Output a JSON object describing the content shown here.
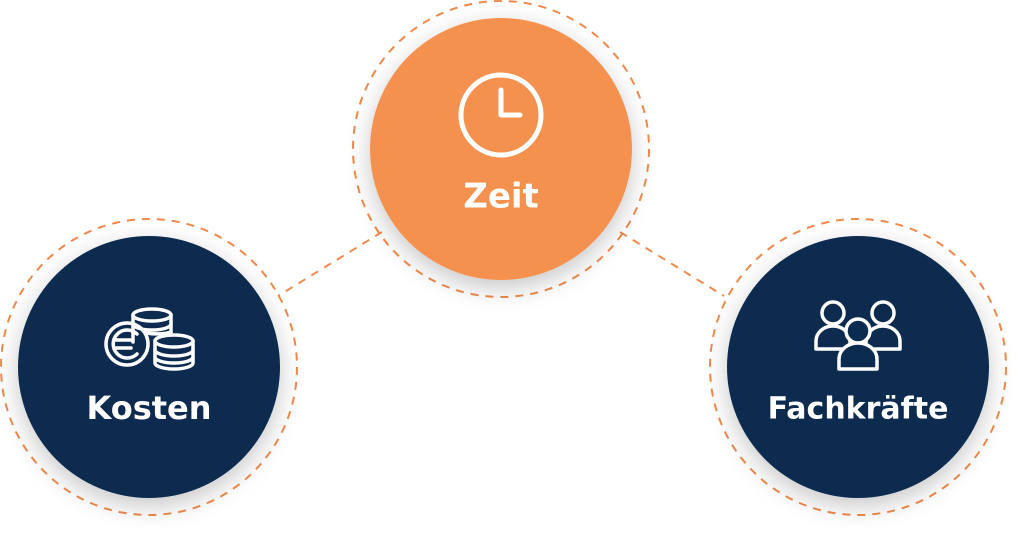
{
  "colors": {
    "accent": "#F5914F",
    "navy": "#0B2C50",
    "dash": "#F08A4B",
    "icon_stroke": "#ffffff",
    "label_text": "#ffffff"
  },
  "nodes": {
    "zeit": {
      "label": "Zeit",
      "icon": "clock-icon"
    },
    "kosten": {
      "label": "Kosten",
      "icon": "euro-coins-icon"
    },
    "fachkraefte": {
      "label": "Fachkräfte",
      "icon": "people-icon"
    }
  }
}
